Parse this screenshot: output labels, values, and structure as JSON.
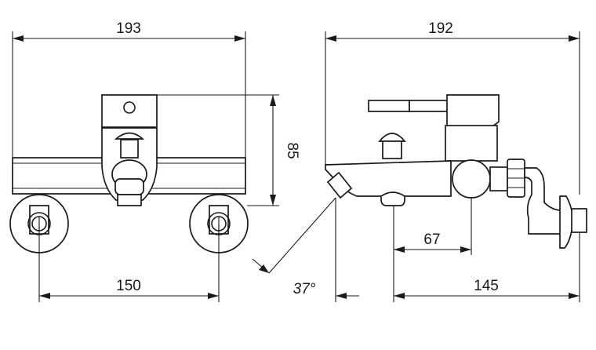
{
  "dimensions": {
    "front_width": "193",
    "front_height": "85",
    "front_wall_centers": "150",
    "side_depth": "192",
    "side_spout_offset": "67",
    "side_projection": "145",
    "spout_angle": "37°"
  }
}
